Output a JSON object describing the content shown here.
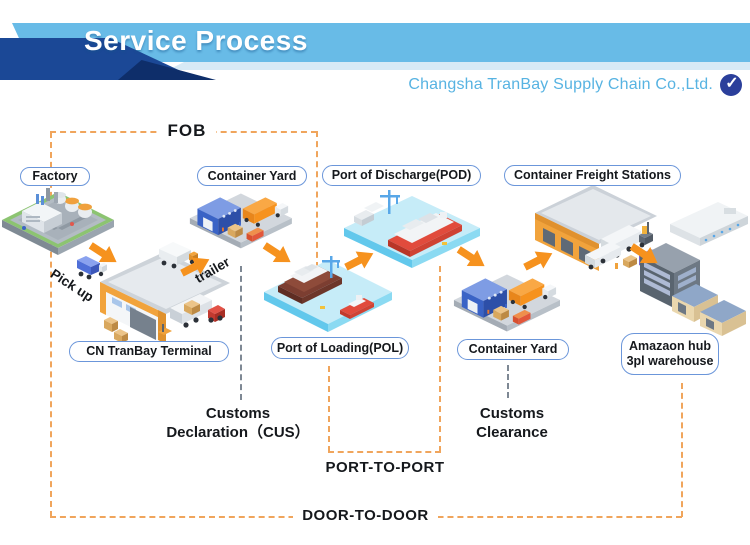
{
  "header": {
    "title": "Service Process",
    "company": "Changsha TranBay Supply Chain Co.,Ltd.",
    "badge": "✓"
  },
  "brackets": {
    "fob": "FOB",
    "port_to_port": "PORT-TO-PORT",
    "door_to_door": "DOOR-TO-DOOR"
  },
  "stations": [
    {
      "id": "factory",
      "label": "Factory"
    },
    {
      "id": "container-yard-origin",
      "label": "Container Yard"
    },
    {
      "id": "port-of-discharge",
      "label": "Port of Discharge(POD)"
    },
    {
      "id": "container-freight-stations",
      "label": "Container Freight Stations"
    },
    {
      "id": "cn-tranbay-terminal",
      "label": "CN TranBay Terminal"
    },
    {
      "id": "port-of-loading",
      "label": "Port of Loading(POL)"
    },
    {
      "id": "container-yard-destination",
      "label": "Container Yard"
    },
    {
      "id": "amazon-hub",
      "label": "Amazaon hub",
      "label2": "3pl warehouse"
    }
  ],
  "transit": {
    "pick_up": "Pick up",
    "trailer": "trailer"
  },
  "customs": {
    "declaration": [
      "Customs",
      "Declaration（CUS）"
    ],
    "clearance": [
      "Customs",
      "Clearance"
    ]
  },
  "colors": {
    "accent_orange": "#f6921e",
    "dash_orange": "#f0a55c",
    "dash_gray": "#7e8894",
    "pill_border": "#6b96da",
    "banner_blue": "#68bbe7",
    "navy": "#1b4896",
    "pale_strip": "#d7eaf6",
    "company_blue": "#57b3e2",
    "badge_blue": "#2b3f9b"
  }
}
